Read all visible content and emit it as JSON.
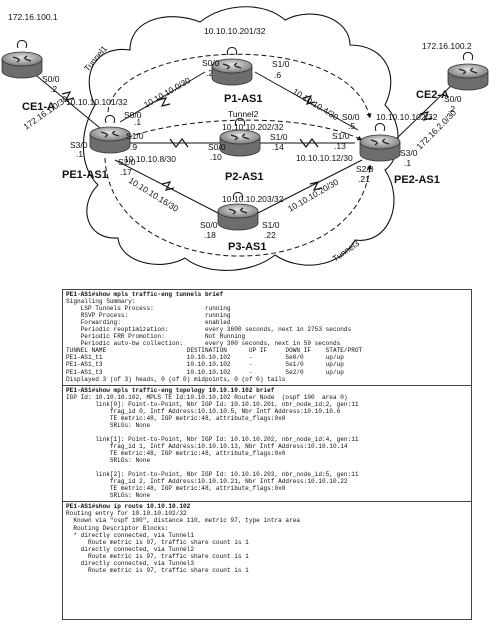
{
  "routers": {
    "ce1a": {
      "name": "CE1-A",
      "ip": "172.16.100.1"
    },
    "ce2a": {
      "name": "CE2-A",
      "ip": "172.16.100.2"
    },
    "pe1": {
      "name": "PE1-AS1"
    },
    "pe2": {
      "name": "PE2-AS1"
    },
    "p1": {
      "name": "P1-AS1",
      "loopback": "10.10.10.201/32"
    },
    "p2": {
      "name": "P2-AS1",
      "loopback": "10.10.10.202/32"
    },
    "p3": {
      "name": "P3-AS1",
      "loopback": "10.10.10.203/32"
    }
  },
  "labels": {
    "tunnel1": "Tunnel1",
    "tunnel2": "Tunnel2",
    "tunnel3": "Tunnel3",
    "ce1_s00": "S0/0",
    "ce1_dot2": ".2",
    "pe1_lo": "10.10.10.101/32",
    "net_ce1": "172.16.1.0/30",
    "pe1_s30": "S3/0",
    "pe1_dot1": ".1",
    "pe1_s00": "S0/0",
    "pe1_s10": "S1/0",
    "pe1_dot9": ".9",
    "pe1_s20": "S2/0",
    "pe1_dot17": ".17",
    "pe1_dot1b": ".1",
    "net_p1a": "10.10.10.0/30",
    "p1_s00": "S0/0",
    "p1_dot2": ".2",
    "p1_s10": "S1/0",
    "p1_dot6": ".6",
    "net_p1b": "10.10.10.4/30",
    "net_p2a": "10.10.10.8/30",
    "p2_s00": "S0/0",
    "p2_dot10": ".10",
    "p2_s10": "S1/0",
    "p2_dot14": ".14",
    "net_p2b": "10.10.10.12/30",
    "net_p3a": "10.10.10.16/30",
    "p3_s00": "S0/0",
    "p3_dot18": ".18",
    "p3_s10": "S1/0",
    "p3_dot22": ".22",
    "net_p3b": "10.10.10.20/30",
    "pe2_s00": "S0/0",
    "pe2_dot5": ".5",
    "pe2_s10": "S1/0",
    "pe2_dot13": ".13",
    "pe2_lo": "10.10.10.102/32",
    "pe2_s20": "S2/0",
    "pe2_dot21": ".21",
    "pe2_s30": "S3/0",
    "pe2_dot1": ".1",
    "net_ce2": "172.16.2.0/30",
    "ce2_s00": "S0/0",
    "ce2_dot2": ".2"
  },
  "console": {
    "sections": [
      {
        "lines": [
          {
            "text": "PE1-AS1#show mpls traffic-eng tunnels brief",
            "bold": true
          },
          {
            "text": "Signalling Summary:"
          },
          {
            "text": "    LSP Tunnels Process:              running"
          },
          {
            "text": "    RSVP Process:                     running"
          },
          {
            "text": "    Forwarding:                       enabled"
          },
          {
            "text": "    Periodic reoptimization:          every 3600 seconds, next in 2753 seconds"
          },
          {
            "text": "    Periodic FRR Promotion:           Not Running"
          },
          {
            "text": "    Periodic auto-bw collection:      every 300 seconds, next in 59 seconds"
          },
          {
            "text": "TUNNEL NAME                      DESTINATION      UP IF     DOWN IF    STATE/PROT"
          },
          {
            "text": "PE1-AS1_t1                       10.10.10.102     -         Se0/0      up/up"
          },
          {
            "text": "PE1-AS1_t3                       10.10.10.102     -         Se1/0      up/up"
          },
          {
            "text": "PE1-AS1_t3                       10.10.10.102     -         Se2/0      up/up"
          },
          {
            "text": "Displayed 3 (of 3) heads, 0 (of 0) midpoints, 0 (of 0) tails"
          }
        ]
      },
      {
        "lines": [
          {
            "text": "PE1-AS1#show mpls traffic-eng topology 10.10.10.102 brief",
            "bold": true
          },
          {
            "text": "IGP Id: 10.10.10.102, MPLS TE Id:10.10.10.102 Router Node  (ospf 100  area 0)"
          },
          {
            "text": "        link[0]: Point-to-Point, Nbr IGP Id: 10.10.10.201, nbr_node_id:2, gen:11"
          },
          {
            "text": "            frag_id 0, Intf Address:10.10.10.5, Nbr Intf Address:10.10.10.6"
          },
          {
            "text": "            TE metric:48, IGP metric:48, attribute_flags:0x0"
          },
          {
            "text": "            SRLGs: None"
          },
          {
            "text": ""
          },
          {
            "text": "        link[1]: Point-to-Point, Nbr IGP Id: 10.10.10.202, nbr_node_id:4, gen:11"
          },
          {
            "text": "            frag_id 1, Intf Address:10.10.10.13, Nbr Intf Address:10.10.10.14"
          },
          {
            "text": "            TE metric:48, IGP metric:48, attribute_flags:0x0"
          },
          {
            "text": "            SRLGs: None"
          },
          {
            "text": ""
          },
          {
            "text": "        link[2]: Point-to-Point, Nbr IGP Id: 10.10.10.203, nbr_node_id:5, gen:11"
          },
          {
            "text": "            frag_id 2, Intf Address:10.10.10.21, Nbr Intf Address:10.10.10.22"
          },
          {
            "text": "            TE metric:48, IGP metric:48, attribute_flags:0x0"
          },
          {
            "text": "            SRLGs: None"
          }
        ]
      },
      {
        "lines": [
          {
            "text": "PE1-AS1#show ip route 10.10.10.102",
            "bold": true
          },
          {
            "text": "Routing entry for 10.10.10.102/32"
          },
          {
            "text": "  Known via \"ospf 100\", distance 110, metric 97, type intra area"
          },
          {
            "text": "  Routing Descriptor Blocks:"
          },
          {
            "text": "  * directly connected, via Tunnel1"
          },
          {
            "text": "      Route metric is 97, traffic share count is 1"
          },
          {
            "text": "    directly connected, via Tunnel2"
          },
          {
            "text": "      Route metric is 97, traffic share count is 1"
          },
          {
            "text": "    directly connected, via Tunnel3"
          },
          {
            "text": "      Route metric is 97, traffic share count is 1"
          }
        ]
      }
    ]
  }
}
